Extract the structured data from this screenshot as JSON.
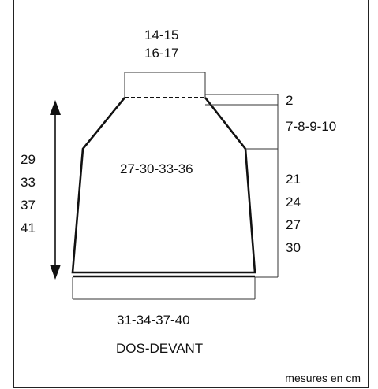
{
  "diagram": {
    "title": "DOS-DEVANT",
    "note": "mesures en cm",
    "neck_width": [
      "14-15",
      "16-17"
    ],
    "neck_depth": "2",
    "shoulder_drop": "7-8-9-10",
    "shoulder_width": "27-30-33-36",
    "side_height": [
      "21",
      "24",
      "27",
      "30"
    ],
    "total_height": [
      "29",
      "33",
      "37",
      "41"
    ],
    "bottom_width": "31-34-37-40"
  }
}
